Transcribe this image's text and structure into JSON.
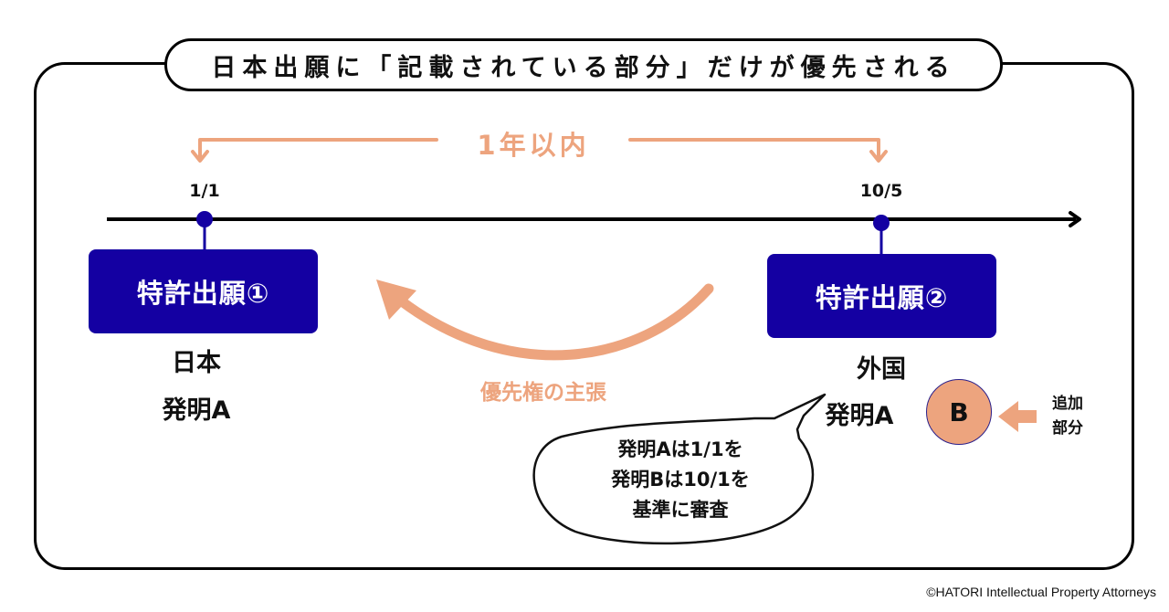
{
  "title": "日本出願に「記載されている部分」だけが優先される",
  "period_label": "1年以内",
  "timeline": {
    "dates": [
      {
        "label": "1/1"
      },
      {
        "label": "10/5"
      }
    ]
  },
  "applications": [
    {
      "box_label": "特許出願①",
      "country": "日本",
      "invention": "発明A"
    },
    {
      "box_label": "特許出願②",
      "country": "外国",
      "invention": "発明A"
    }
  ],
  "priority_claim_label": "優先権の主張",
  "added_part": {
    "circle_label": "B",
    "note_line1": "追加",
    "note_line2": "部分"
  },
  "speech_bubble": {
    "lines": [
      "発明Aは1/1を",
      "発明Bは10/1を",
      "基準に審査"
    ]
  },
  "copyright": "©HATORI Intellectual Property Attorneys",
  "colors": {
    "accent_orange": "#eda47e",
    "box_navy": "#1400a2",
    "line_black": "#000000"
  }
}
